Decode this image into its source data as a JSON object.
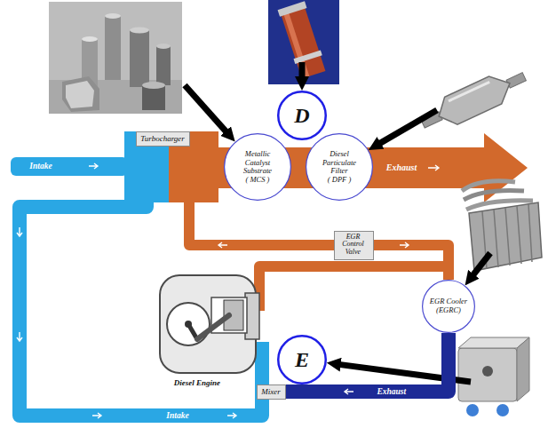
{
  "diagram": {
    "nodes": [
      {
        "text": [
          "D"
        ]
      },
      {
        "text": [
          "Turbocharger"
        ]
      },
      {
        "text": [
          "Metallic Catalyst Substrate",
          "( MCS )"
        ]
      },
      {
        "text": [
          "Diesel Particulate Filter",
          "( DPF )"
        ]
      },
      {
        "text": [
          "EGR Control Valve"
        ]
      },
      {
        "text": [
          "EGR Cooler",
          "(EGRC)"
        ]
      },
      {
        "text": [
          "E"
        ]
      },
      {
        "text": [
          "Mixer"
        ]
      }
    ],
    "edges": [
      {
        "from": 4,
        "to": 5,
        "arrow": "none"
      },
      {
        "from": 5,
        "to": 7,
        "label": "Exhaust",
        "arrow": "none"
      }
    ],
    "labels": [
      "Intake",
      "Exhaust",
      "Diesel Engine",
      "Intake"
    ]
  }
}
